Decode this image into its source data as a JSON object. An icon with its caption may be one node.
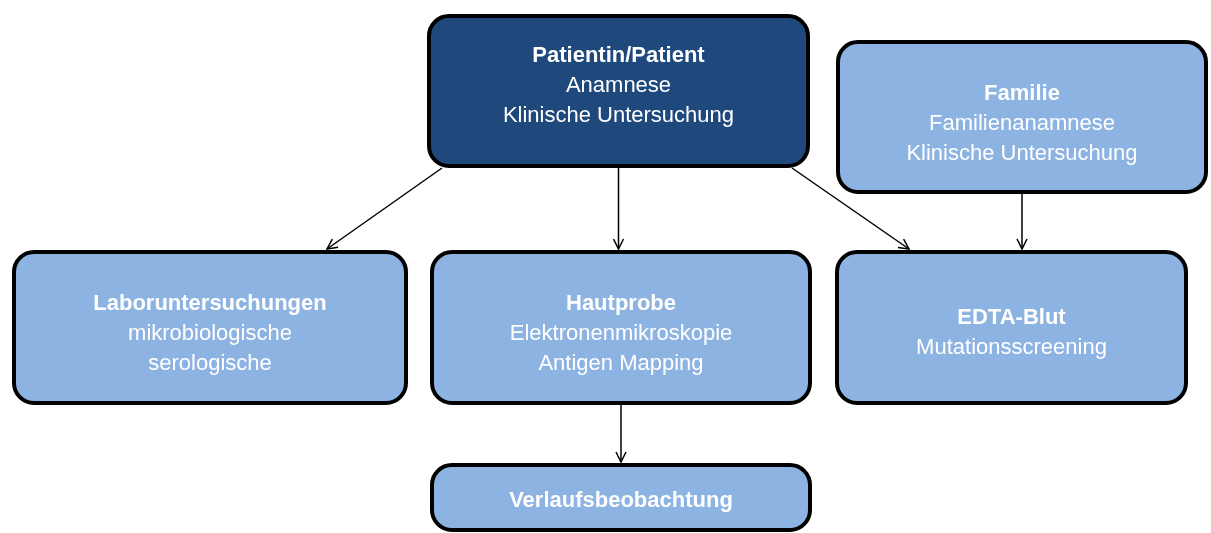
{
  "diagram": {
    "nodes": [
      {
        "text": [
          "Patientin/Patient",
          "Anamnese",
          "Klinische Untersuchung"
        ]
      },
      {
        "text": [
          "Familie",
          "Familienanamnese",
          "Klinische Untersuchung"
        ]
      },
      {
        "text": [
          "Laboruntersuchungen",
          "mikrobiologische",
          "serologische"
        ]
      },
      {
        "text": [
          "Hautprobe",
          "Elektronenmikroskopie",
          "Antigen Mapping"
        ]
      },
      {
        "text": [
          "EDTA-Blut",
          "Mutationsscreening"
        ]
      },
      {
        "text": [
          "Verlaufsbeobachtung"
        ]
      }
    ],
    "edges": [
      {
        "from": 0,
        "to": 2,
        "arrow": "to"
      },
      {
        "from": 0,
        "to": 3,
        "arrow": "to"
      },
      {
        "from": 0,
        "to": 4,
        "arrow": "to"
      },
      {
        "from": 1,
        "to": 4,
        "arrow": "to"
      },
      {
        "from": 3,
        "to": 5,
        "arrow": "to"
      }
    ]
  }
}
